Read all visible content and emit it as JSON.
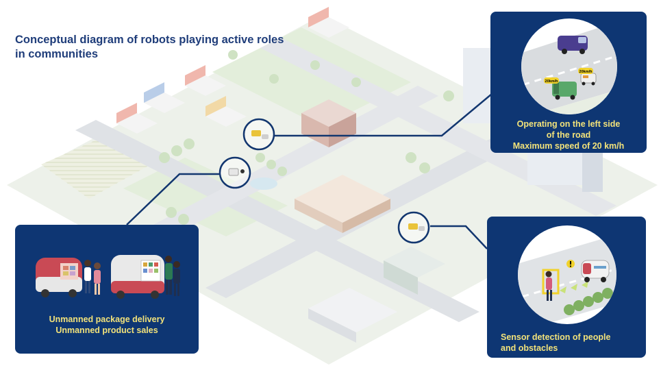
{
  "title": {
    "line1": "Conceptual diagram of robots playing active roles",
    "line2": " in communities"
  },
  "callouts": {
    "road_operation": {
      "line1": "Operating on the left side",
      "line2": "of the road",
      "line3": "Maximum speed of 20 km/h",
      "speed_tag": "20km/h"
    },
    "delivery_sales": {
      "line1": "Unmanned package delivery",
      "line2": "Unmanned product sales"
    },
    "sensor": {
      "line1": "Sensor detection of people",
      "line2": "and obstacles"
    }
  },
  "colors": {
    "panel_bg": "#0e3673",
    "caption_text": "#f2e27a",
    "title_text": "#1f3d7a",
    "connector_line": "#12366f"
  },
  "icons": [
    "robot-vehicle-icon",
    "van-icon",
    "person-icon",
    "warning-icon",
    "sensor-gate-icon",
    "house-icon",
    "building-icon",
    "tree-icon"
  ]
}
